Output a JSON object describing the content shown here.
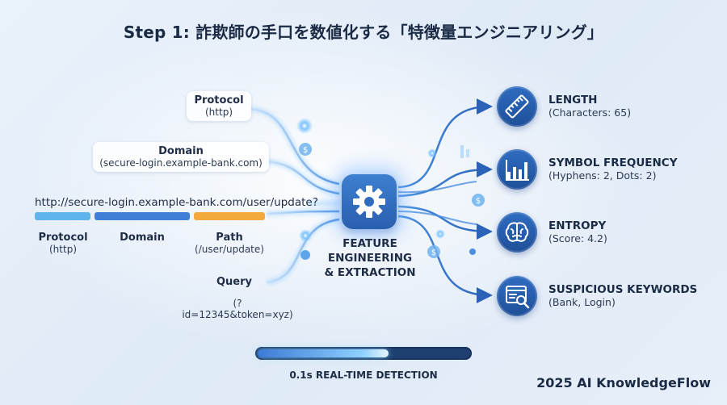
{
  "title": "Step 1: 詐欺師の手口を数値化する「特徴量エンジニアリング」",
  "url": "http://secure-login.example-bank.com/user/update?",
  "inputs": {
    "protocol": {
      "label": "Protocol",
      "value": "(http)"
    },
    "domain": {
      "label": "Domain",
      "value": "(secure-login.example-bank.com)"
    },
    "query": {
      "label": "Query",
      "value": "(?id=12345&token=xyz)"
    }
  },
  "segments": [
    {
      "label": "Protocol",
      "value": "(http)",
      "color": "#5fb4ec"
    },
    {
      "label": "Domain",
      "value": "",
      "color": "#3f7fd4"
    },
    {
      "label": "Path",
      "value": "(/user/update)",
      "color": "#f3a93b"
    }
  ],
  "hub": {
    "line1": "FEATURE",
    "line2": "ENGINEERING",
    "line3": "& EXTRACTION"
  },
  "features": [
    {
      "title": "LENGTH",
      "detail": "(Characters: 65)",
      "icon": "ruler-icon"
    },
    {
      "title": "SYMBOL FREQUENCY",
      "detail": "(Hyphens: 2, Dots: 2)",
      "icon": "bar-chart-icon"
    },
    {
      "title": "ENTROPY",
      "detail": "(Score: 4.2)",
      "icon": "brain-icon"
    },
    {
      "title": "SUSPICIOUS KEYWORDS",
      "detail": "(Bank, Login)",
      "icon": "magnifier-window-icon"
    }
  ],
  "progress": {
    "label": "0.1s REAL-TIME DETECTION",
    "fraction": 0.62
  },
  "colors": {
    "accent": "#2a5fae",
    "flow": "#4a8fe0"
  },
  "brand": "2025 AI KnowledgeFlow"
}
